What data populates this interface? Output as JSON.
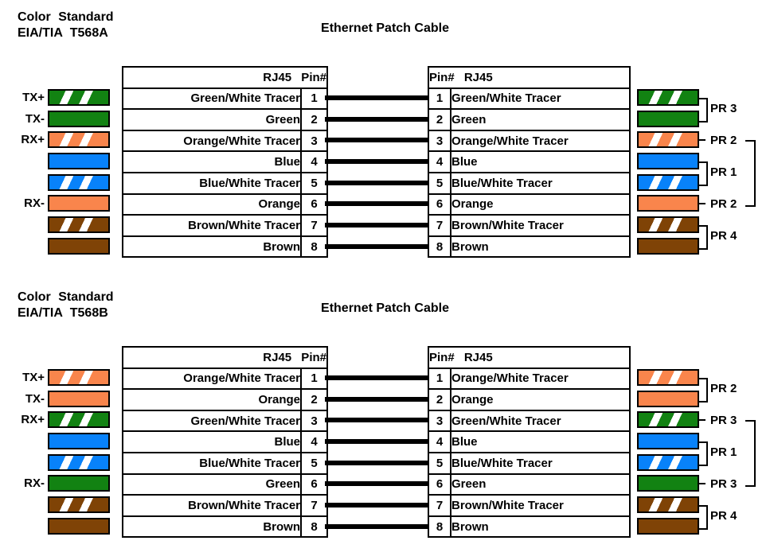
{
  "palette": {
    "green": "#128212",
    "orange": "#F9854C",
    "blue": "#0882FA",
    "brown": "#7F4306",
    "wire_line": "#000000"
  },
  "diagrams": [
    {
      "title_line1": "Color Standard",
      "title_line2": "EIA/TIA T568A",
      "cable_title": "Ethernet Patch Cable",
      "left_header": "RJ45 Pin#",
      "right_header": "Pin# RJ45",
      "rows": [
        {
          "pin": "1",
          "name": "Green/White Tracer",
          "color": "green",
          "hex": "#128212",
          "tracer": true,
          "signal": "TX+"
        },
        {
          "pin": "2",
          "name": "Green",
          "color": "green",
          "hex": "#128212",
          "tracer": false,
          "signal": "TX-"
        },
        {
          "pin": "3",
          "name": "Orange/White Tracer",
          "color": "orange",
          "hex": "#F9854C",
          "tracer": true,
          "signal": "RX+"
        },
        {
          "pin": "4",
          "name": "Blue",
          "color": "blue",
          "hex": "#0882FA",
          "tracer": false,
          "signal": ""
        },
        {
          "pin": "5",
          "name": "Blue/White Tracer",
          "color": "blue",
          "hex": "#0882FA",
          "tracer": true,
          "signal": ""
        },
        {
          "pin": "6",
          "name": "Orange",
          "color": "orange",
          "hex": "#F9854C",
          "tracer": false,
          "signal": "RX-"
        },
        {
          "pin": "7",
          "name": "Brown/White Tracer",
          "color": "brown",
          "hex": "#7F4306",
          "tracer": true,
          "signal": ""
        },
        {
          "pin": "8",
          "name": "Brown",
          "color": "brown",
          "hex": "#7F4306",
          "tracer": false,
          "signal": ""
        }
      ],
      "pr": {
        "pair12": "PR 3",
        "pair36_top": "PR 2",
        "pair45": "PR 1",
        "pair36_bottom": "PR 2",
        "pair78": "PR 4"
      }
    },
    {
      "title_line1": "Color Standard",
      "title_line2": "EIA/TIA T568B",
      "cable_title": "Ethernet Patch Cable",
      "left_header": "RJ45 Pin#",
      "right_header": "Pin# RJ45",
      "rows": [
        {
          "pin": "1",
          "name": "Orange/White Tracer",
          "color": "orange",
          "hex": "#F9854C",
          "tracer": true,
          "signal": "TX+"
        },
        {
          "pin": "2",
          "name": "Orange",
          "color": "orange",
          "hex": "#F9854C",
          "tracer": false,
          "signal": "TX-"
        },
        {
          "pin": "3",
          "name": "Green/White Tracer",
          "color": "green",
          "hex": "#128212",
          "tracer": true,
          "signal": "RX+"
        },
        {
          "pin": "4",
          "name": "Blue",
          "color": "blue",
          "hex": "#0882FA",
          "tracer": false,
          "signal": ""
        },
        {
          "pin": "5",
          "name": "Blue/White Tracer",
          "color": "blue",
          "hex": "#0882FA",
          "tracer": true,
          "signal": ""
        },
        {
          "pin": "6",
          "name": "Green",
          "color": "green",
          "hex": "#128212",
          "tracer": false,
          "signal": "RX-"
        },
        {
          "pin": "7",
          "name": "Brown/White Tracer",
          "color": "brown",
          "hex": "#7F4306",
          "tracer": true,
          "signal": ""
        },
        {
          "pin": "8",
          "name": "Brown",
          "color": "brown",
          "hex": "#7F4306",
          "tracer": false,
          "signal": ""
        }
      ],
      "pr": {
        "pair12": "PR 2",
        "pair36_top": "PR 3",
        "pair45": "PR 1",
        "pair36_bottom": "PR 3",
        "pair78": "PR 4"
      }
    }
  ]
}
